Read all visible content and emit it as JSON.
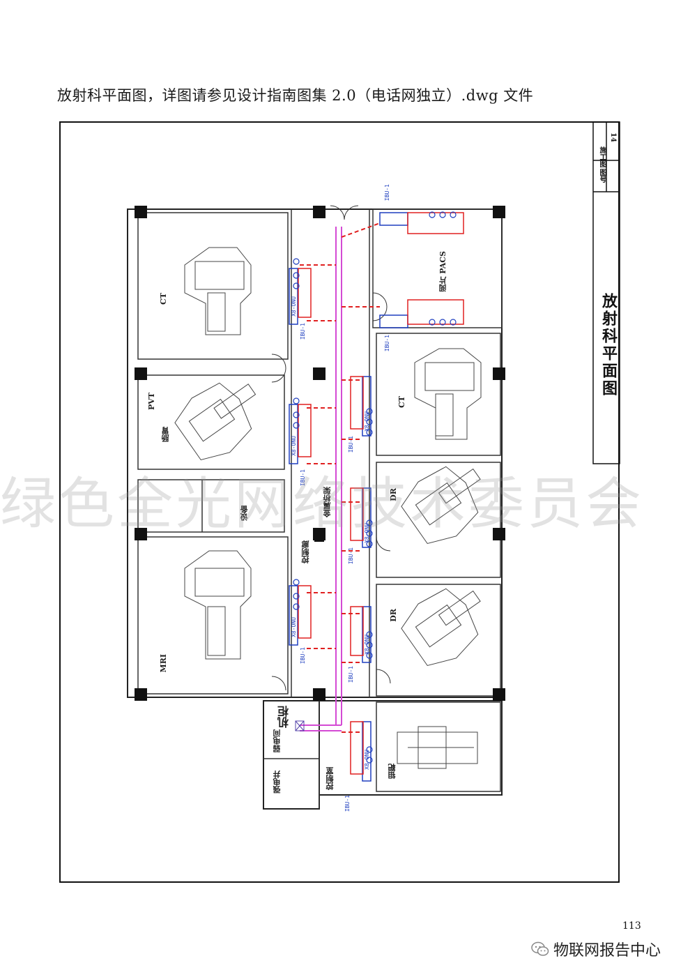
{
  "caption": "放射科平面图，详图请参见设计指南图集 2.0（电话网独立）.dwg 文件",
  "title_block": {
    "drawing_title": "放射科平面图",
    "stage_label": "施工图",
    "number_label": "图号",
    "number_value": "14"
  },
  "rooms": {
    "ct_left": "CT",
    "pacs": "阅片 PACS",
    "ct_right": "CT",
    "gastro": "肠胃",
    "pvt": "PVT",
    "equipment": "设备",
    "metal_channel": "金属桥架",
    "control_corridor": "控制廊",
    "dr_upper": "DR",
    "dr_lower": "DR",
    "mri": "MRI",
    "cabinet": "机柜",
    "weak_room": "弱电间",
    "strong_shaft": "强电井",
    "control_room": "控制室",
    "mammography": "钼靶"
  },
  "equipment_labels": {
    "ibu": "IBU-1",
    "onu": "X8-ONU"
  },
  "watermark": "绿色全光网络技术委员会",
  "page_number": "113",
  "footer": {
    "icon": "wechat-icon",
    "text": "物联网报告中心"
  }
}
